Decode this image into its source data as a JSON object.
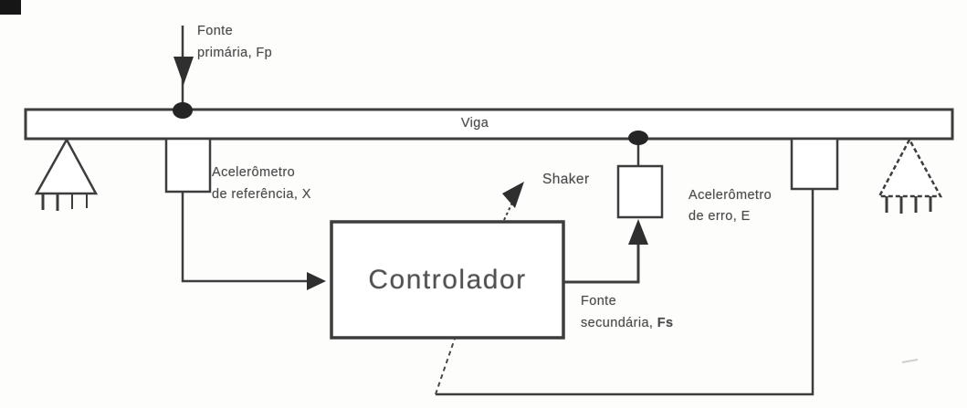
{
  "figure": {
    "description": "Scanned block diagram of active vibration control of a beam",
    "language": "pt-BR"
  },
  "colors": {
    "line": "#3d3d3d",
    "text": "#4a4a4a",
    "fill": "#ffffff",
    "background": "#fdfdfc",
    "scan_artifact": "#161616"
  },
  "labels": {
    "primary_force": {
      "line1": "Fonte",
      "line2": "primária, Fp"
    },
    "beam": "Viga",
    "reference_accelerometer": {
      "line1": "Acelerômetro",
      "line2": "de referência, X"
    },
    "shaker": "Shaker",
    "error_accelerometer": {
      "line1": "Acelerômetro",
      "line2": "de erro, E"
    },
    "controller": "Controlador",
    "secondary_force": {
      "line1": "Fonte",
      "line2_prefix": "secundária, ",
      "line2_bold": "Fs"
    }
  }
}
